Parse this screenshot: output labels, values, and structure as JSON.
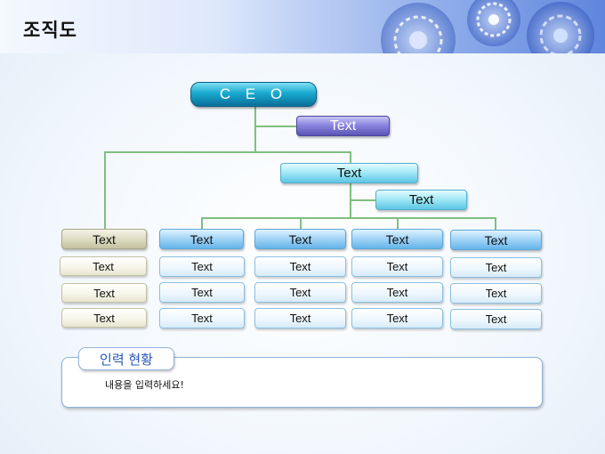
{
  "slide": {
    "title": "조직도"
  },
  "org_chart": {
    "ceo": "C E O",
    "ceo_assistant": "Text",
    "executive": "Text",
    "executive_assistant": "Text",
    "departments": [
      {
        "label": "Text",
        "items": [
          "Text",
          "Text",
          "Text"
        ]
      },
      {
        "label": "Text",
        "items": [
          "Text",
          "Text",
          "Text"
        ]
      },
      {
        "label": "Text",
        "items": [
          "Text",
          "Text",
          "Text"
        ]
      },
      {
        "label": "Text",
        "items": [
          "Text",
          "Text",
          "Text"
        ]
      },
      {
        "label": "Text",
        "items": [
          "Text",
          "Text",
          "Text"
        ]
      }
    ]
  },
  "input_panel": {
    "tab_label": "인력 현황",
    "content": "내용을 입력하세요!"
  }
}
